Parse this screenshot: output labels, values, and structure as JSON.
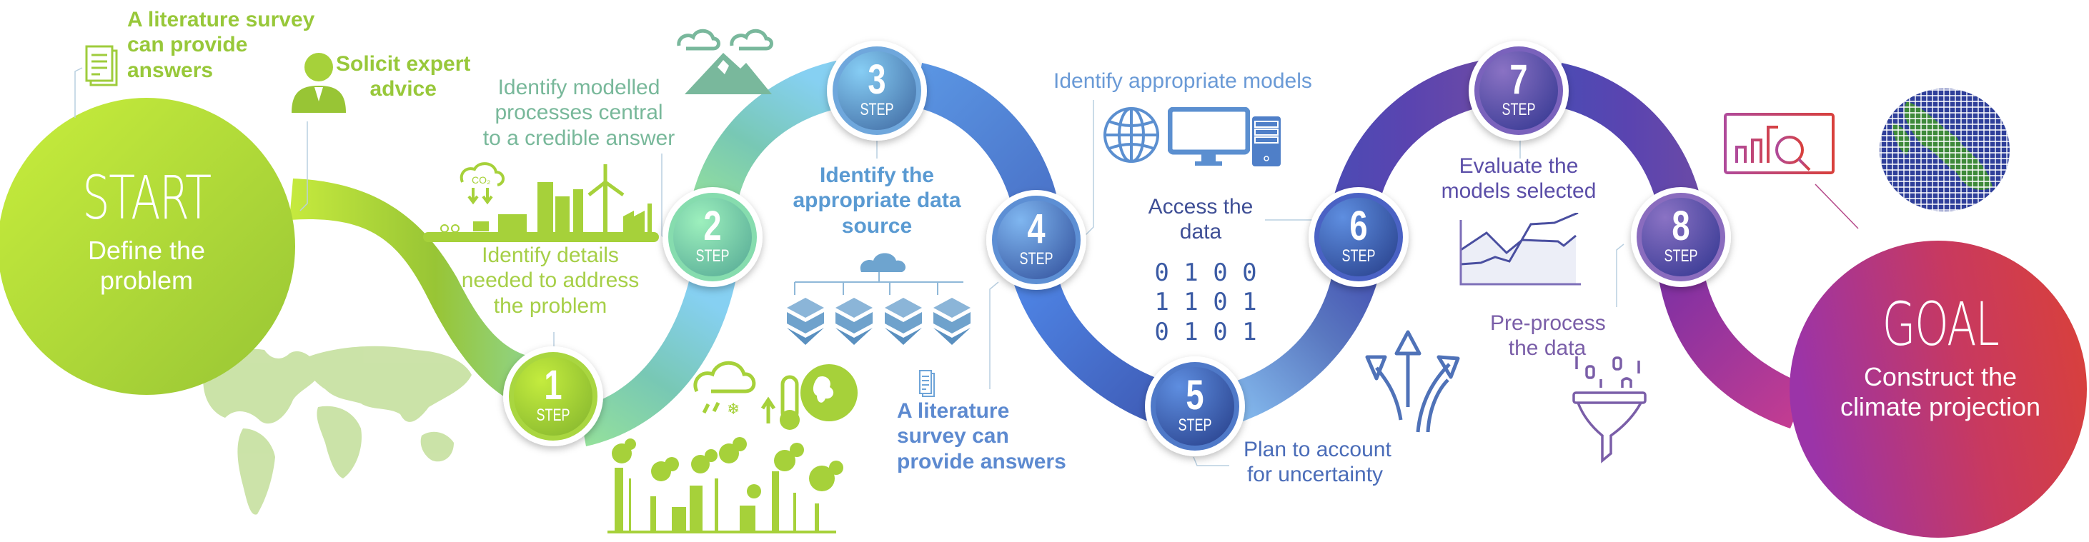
{
  "start": {
    "title": "START",
    "subtitle_lines": [
      "Define the",
      "problem"
    ]
  },
  "goal": {
    "title": "GOAL",
    "subtitle_lines": [
      "Construct the",
      "climate projection"
    ]
  },
  "step_word": "STEP",
  "steps": [
    {
      "number": "1",
      "label_lines": [
        "Identify details",
        "needed to address",
        "the problem"
      ]
    },
    {
      "number": "2",
      "label_lines": [
        "Identify modelled",
        "processes central",
        "to a credible answer"
      ]
    },
    {
      "number": "3",
      "label_lines": [
        "Identify the",
        "appropriate data",
        "source"
      ]
    },
    {
      "number": "4",
      "label_lines": [
        "Identify appropriate models"
      ]
    },
    {
      "number": "5",
      "label_lines": [
        "Plan to account",
        "for uncertainty"
      ]
    },
    {
      "number": "6",
      "label_lines": [
        "Access the",
        "data"
      ]
    },
    {
      "number": "7",
      "label_lines": [
        "Evaluate the",
        "models selected"
      ]
    },
    {
      "number": "8",
      "label_lines": [
        "Pre-process",
        "the data"
      ]
    }
  ],
  "annotations": {
    "literature_survey_top": [
      "A literature survey",
      "can provide",
      "answers"
    ],
    "expert_advice": [
      "Solicit expert",
      "advice"
    ],
    "literature_survey_bottom": [
      "A literature",
      "survey can",
      "provide answers"
    ]
  },
  "binary_rows": [
    "0 1 0 0",
    "1 1 0 1",
    "0 1 0 1"
  ],
  "icons": [
    "document-icon",
    "person-icon",
    "mountain-snow-cloud-icon",
    "green-city-icon",
    "world-map-icon",
    "cloud-network-icon",
    "database-icon",
    "weather-thermometer-globe-icon",
    "factory-smoke-icon",
    "globe-icon",
    "monitor-icon",
    "server-icon",
    "diverging-arrows-icon",
    "line-chart-icon",
    "funnel-icon",
    "analytics-monitor-icon",
    "gridded-earth-icon"
  ],
  "colors": {
    "green": "#a6d13a",
    "green_light": "#c6ea3e",
    "teal": "#7cc7b3",
    "sky": "#7fc6ef",
    "blue": "#4f7fd6",
    "navy": "#3b4fa8",
    "indigo": "#5a44b0",
    "purple": "#8a3aa6",
    "magenta": "#c43a86",
    "red": "#d8403c"
  }
}
